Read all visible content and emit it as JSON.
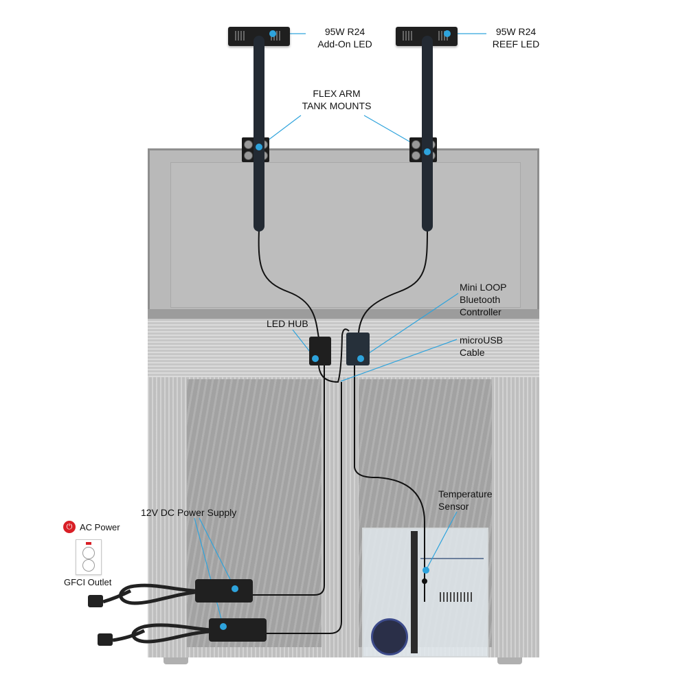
{
  "diagram": {
    "type": "aquarium wiring/setup diagram",
    "labels": {
      "led_addon": [
        "95W R24",
        "Add-On LED"
      ],
      "led_reef": [
        "95W R24",
        "REEF LED"
      ],
      "flex_arm": [
        "FLEX ARM",
        "TANK MOUNTS"
      ],
      "mini_loop": [
        "Mini LOOP",
        "Bluetooth",
        "Controller"
      ],
      "led_hub": "LED HUB",
      "microusb": [
        "microUSB",
        "Cable"
      ],
      "temp_sensor": [
        "Temperature",
        "Sensor"
      ],
      "power_supply": "12V DC Power Supply",
      "ac_power": "AC Power",
      "gfci": "GFCI Outlet"
    },
    "icons": {
      "ac_power": "plug-icon",
      "outlet": "gfci-outlet-icon"
    },
    "colors": {
      "callout": "#2ea3dc",
      "cable": "#111111",
      "ac_power_red": "#d91f26",
      "tank": "#b9b9b9",
      "stand": "#c9c9c9"
    },
    "components": [
      {
        "id": "led-addon",
        "name": "95W R24 Add-On LED"
      },
      {
        "id": "led-reef",
        "name": "95W R24 REEF LED"
      },
      {
        "id": "flex-arms",
        "name": "Flex Arm Tank Mounts",
        "count": 2
      },
      {
        "id": "led-hub",
        "name": "LED HUB"
      },
      {
        "id": "mini-loop",
        "name": "Mini LOOP Bluetooth Controller"
      },
      {
        "id": "microusb",
        "name": "microUSB Cable"
      },
      {
        "id": "temp-sensor",
        "name": "Temperature Sensor"
      },
      {
        "id": "psu",
        "name": "12V DC Power Supply",
        "count": 2
      },
      {
        "id": "outlet",
        "name": "GFCI Outlet (AC Power)"
      }
    ]
  }
}
